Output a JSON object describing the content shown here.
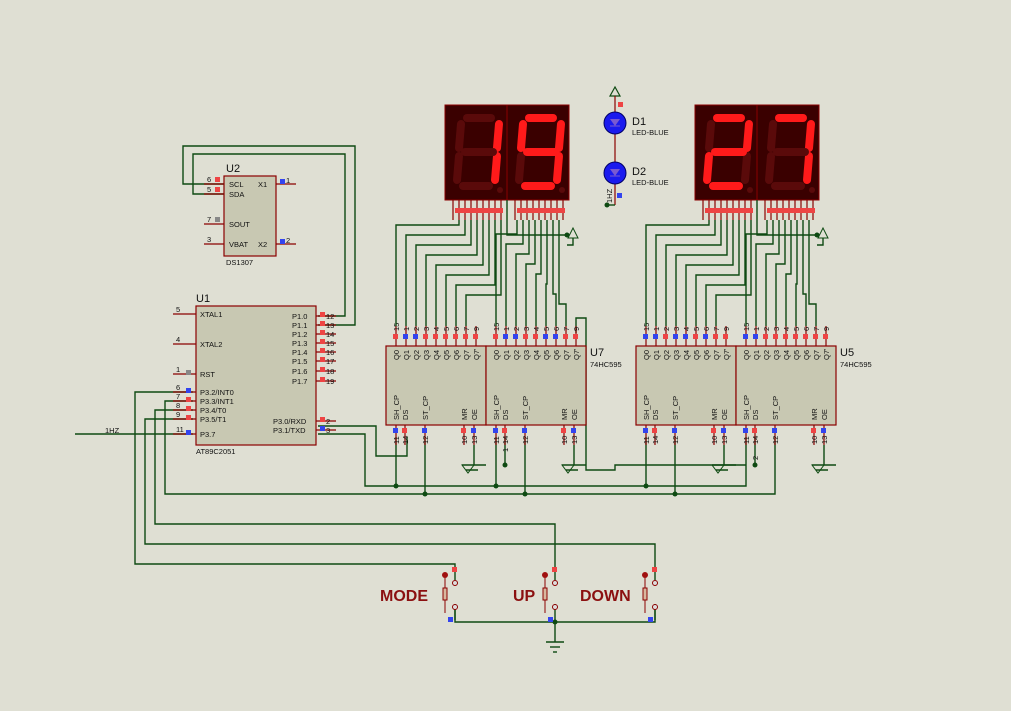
{
  "colors": {
    "background": "#dfdfd3",
    "wire": "#0e4a12",
    "chip_fill": "#c8c8b2",
    "chip_border": "#8b0000",
    "pin_high": "#ee4444",
    "pin_low": "#3344ee",
    "segment_on": "#ff1a1a",
    "segment_off": "#5a0a0a",
    "led_blue": "#1a1aee"
  },
  "u2": {
    "ref": "U2",
    "part": "DS1307",
    "pins_left": [
      {
        "num": "6",
        "name": "SCL",
        "state": "high"
      },
      {
        "num": "5",
        "name": "SDA",
        "state": "high"
      },
      {
        "num": "7",
        "name": "SOUT",
        "state": "float"
      },
      {
        "num": "3",
        "name": "VBAT",
        "state": "none"
      }
    ],
    "pins_right": [
      {
        "num": "1",
        "name": "X1",
        "state": "low"
      },
      {
        "num": "2",
        "name": "X2",
        "state": "low"
      }
    ]
  },
  "u1": {
    "ref": "U1",
    "part": "AT89C2051",
    "pins_left": [
      {
        "num": "5",
        "name": "XTAL1",
        "state": "none"
      },
      {
        "num": "4",
        "name": "XTAL2",
        "state": "none"
      },
      {
        "num": "1",
        "name": "RST",
        "state": "float"
      },
      {
        "num": "6",
        "name": "P3.2/INT0",
        "state": "low"
      },
      {
        "num": "7",
        "name": "P3.3/INT1",
        "state": "high"
      },
      {
        "num": "8",
        "name": "P3.4/T0",
        "state": "high"
      },
      {
        "num": "9",
        "name": "P3.5/T1",
        "state": "high"
      },
      {
        "num": "11",
        "name": "P3.7",
        "state": "low"
      }
    ],
    "pins_right": [
      {
        "num": "12",
        "name": "P1.0",
        "state": "high"
      },
      {
        "num": "13",
        "name": "P1.1",
        "state": "high"
      },
      {
        "num": "14",
        "name": "P1.2",
        "state": "high"
      },
      {
        "num": "15",
        "name": "P1.3",
        "state": "high"
      },
      {
        "num": "16",
        "name": "P1.4",
        "state": "high"
      },
      {
        "num": "17",
        "name": "P1.5",
        "state": "high"
      },
      {
        "num": "18",
        "name": "P1.6",
        "state": "high"
      },
      {
        "num": "19",
        "name": "P1.7",
        "state": "high"
      },
      {
        "num": "2",
        "name": "P3.0/RXD",
        "state": "high"
      },
      {
        "num": "3",
        "name": "P3.1/TXD",
        "state": "low"
      }
    ]
  },
  "net_1hz": "1HZ",
  "shift_registers": [
    {
      "ref": "U7",
      "part": "74HC595",
      "top_pins": [
        {
          "num": "15",
          "name": "Q0"
        },
        {
          "num": "1",
          "name": "Q1"
        },
        {
          "num": "2",
          "name": "Q2"
        },
        {
          "num": "3",
          "name": "Q3"
        },
        {
          "num": "4",
          "name": "Q4"
        },
        {
          "num": "5",
          "name": "Q5"
        },
        {
          "num": "6",
          "name": "Q6"
        },
        {
          "num": "7",
          "name": "Q7"
        },
        {
          "num": "9",
          "name": "Q7'"
        }
      ],
      "bottom_pins": [
        {
          "num": "11",
          "name": "SH_CP"
        },
        {
          "num": "14",
          "name": "DS"
        },
        {
          "num": "12",
          "name": "ST_CP"
        },
        {
          "num": "10",
          "name": "MR"
        },
        {
          "num": "13",
          "name": "OE"
        }
      ],
      "chips": [
        {
          "top_states": [
            "high",
            "low",
            "low",
            "high",
            "high",
            "high",
            "high",
            "high",
            "high"
          ],
          "bottom_states": [
            "low",
            "high",
            "low",
            "high",
            "low"
          ]
        },
        {
          "top_states": [
            "high",
            "low",
            "low",
            "high",
            "high",
            "low",
            "low",
            "high",
            "high"
          ],
          "bottom_states": [
            "low",
            "high",
            "low",
            "high",
            "low"
          ]
        }
      ],
      "net_label": "1"
    },
    {
      "ref": "U5",
      "part": "74HC595",
      "top_pins": [
        {
          "num": "15",
          "name": "Q0"
        },
        {
          "num": "1",
          "name": "Q1"
        },
        {
          "num": "2",
          "name": "Q2"
        },
        {
          "num": "3",
          "name": "Q3"
        },
        {
          "num": "4",
          "name": "Q4"
        },
        {
          "num": "5",
          "name": "Q5"
        },
        {
          "num": "6",
          "name": "Q6"
        },
        {
          "num": "7",
          "name": "Q7"
        },
        {
          "num": "9",
          "name": "Q7'"
        }
      ],
      "bottom_pins": [
        {
          "num": "11",
          "name": "SH_CP"
        },
        {
          "num": "14",
          "name": "DS"
        },
        {
          "num": "12",
          "name": "ST_CP"
        },
        {
          "num": "10",
          "name": "MR"
        },
        {
          "num": "13",
          "name": "OE"
        }
      ],
      "chips": [
        {
          "top_states": [
            "low",
            "low",
            "high",
            "low",
            "low",
            "high",
            "low",
            "high",
            "high"
          ],
          "bottom_states": [
            "low",
            "high",
            "low",
            "high",
            "low"
          ]
        },
        {
          "top_states": [
            "low",
            "low",
            "high",
            "high",
            "high",
            "high",
            "high",
            "high",
            "high"
          ],
          "bottom_states": [
            "low",
            "high",
            "low",
            "high",
            "low"
          ]
        }
      ],
      "net_label": "2"
    }
  ],
  "displays": [
    {
      "value": "19",
      "digits": [
        {
          "char": "1",
          "segments": [
            0,
            1,
            1,
            0,
            0,
            0,
            0
          ]
        },
        {
          "char": "9",
          "segments": [
            1,
            1,
            1,
            1,
            0,
            1,
            1
          ]
        }
      ]
    },
    {
      "value": "27",
      "digits": [
        {
          "char": "2",
          "segments": [
            1,
            1,
            0,
            1,
            1,
            0,
            1
          ]
        },
        {
          "char": "7",
          "segments": [
            1,
            1,
            1,
            0,
            0,
            0,
            0
          ]
        }
      ]
    }
  ],
  "leds": [
    {
      "ref": "D1",
      "part": "LED-BLUE"
    },
    {
      "ref": "D2",
      "part": "LED-BLUE"
    }
  ],
  "led_net_label": "1HZ",
  "buttons": [
    {
      "label": "MODE"
    },
    {
      "label": "UP"
    },
    {
      "label": "DOWN"
    }
  ]
}
